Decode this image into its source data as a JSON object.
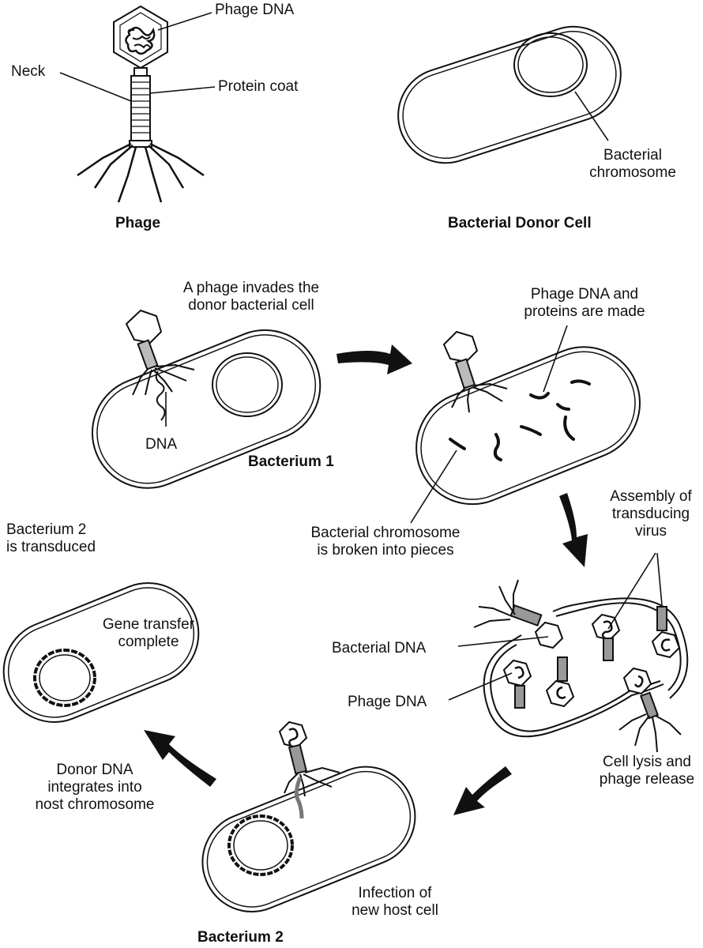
{
  "top": {
    "phage_dna": "Phage DNA",
    "neck": "Neck",
    "protein_coat": "Protein coat",
    "phage_title": "Phage",
    "bacterial_chromosome": [
      "Bacterial",
      "chromosome"
    ],
    "donor_title": "Bacterial Donor Cell"
  },
  "step1": {
    "caption": [
      "A phage invades the",
      "donor bacterial cell"
    ],
    "dna": "DNA",
    "title": "Bacterium 1"
  },
  "step2": {
    "caption": [
      "Phage DNA and",
      "proteins are made"
    ],
    "broken": [
      "Bacterial chromosome",
      "is broken into pieces"
    ]
  },
  "step3": {
    "assembly": [
      "Assembly of",
      "transducing",
      "virus"
    ],
    "bacterial_dna": "Bacterial DNA",
    "phage_dna": "Phage DNA",
    "lysis": [
      "Cell lysis and",
      "phage release"
    ]
  },
  "step4": {
    "infection": [
      "Infection of",
      "new host cell"
    ],
    "title": "Bacterium 2"
  },
  "step5": {
    "donor_dna": [
      "Donor DNA",
      "integrates into",
      "nost chromosome"
    ],
    "transduced": [
      "Bacterium 2",
      "is transduced"
    ],
    "gene_transfer": [
      "Gene transfer",
      "complete"
    ]
  }
}
